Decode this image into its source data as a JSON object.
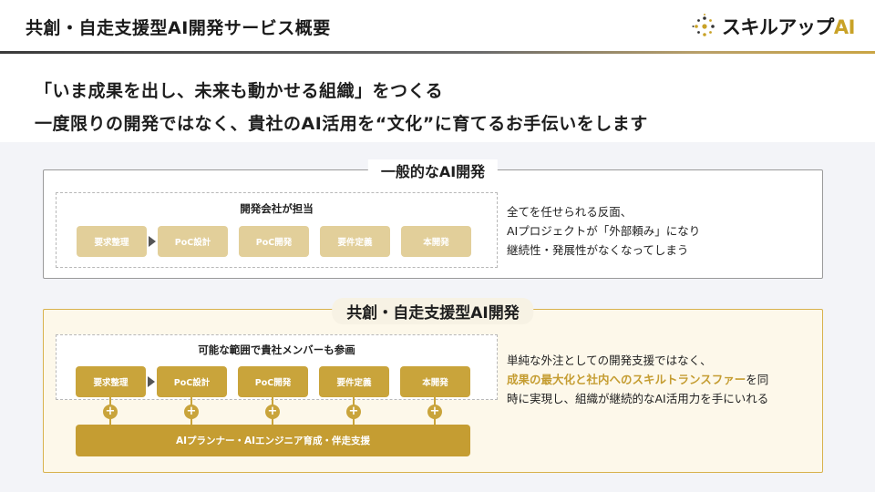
{
  "header": {
    "title": "共創・自走支援型AI開発サービス概要",
    "logo_text": "スキルアップ",
    "logo_ai": "AI"
  },
  "lead": {
    "line1": "「いま成果を出し、未来も動かせる組織」をつくる",
    "line2": "一度限りの開発ではなく、貴社のAI活用を“文化”に育てるお手伝いをします"
  },
  "general": {
    "label": "一般的なAI開発",
    "inner_title": "開発会社が担当",
    "steps": [
      "要求整理",
      "PoC設計",
      "PoC開発",
      "要件定義",
      "本開発"
    ],
    "desc_lines": [
      "全てを任せられる反面、",
      "AIプロジェクトが「外部頼み」になり",
      "継続性・発展性がなくなってしまう"
    ]
  },
  "cocreation": {
    "label": "共創・自走支援型AI開発",
    "inner_title": "可能な範囲で貴社メンバーも参画",
    "steps": [
      "要求整理",
      "PoC設計",
      "PoC開発",
      "要件定義",
      "本開発"
    ],
    "plus": "+",
    "bar_label": "AIプランナー・AIエンジニア育成・伴走支援",
    "desc_line1": "単純な外注としての開発支援ではなく、",
    "desc_hl1": "成果の最大化",
    "desc_mid": "と",
    "desc_hl2": "社内へのスキルトランスファー",
    "desc_tail": "を同",
    "desc_line3": "時に実現し、組織が継続的なAI活用力を手にいれる"
  },
  "colors": {
    "gold": "#c59d32",
    "light_gold": "#e2cf9a",
    "panel_cream": "#fdf8ea"
  }
}
